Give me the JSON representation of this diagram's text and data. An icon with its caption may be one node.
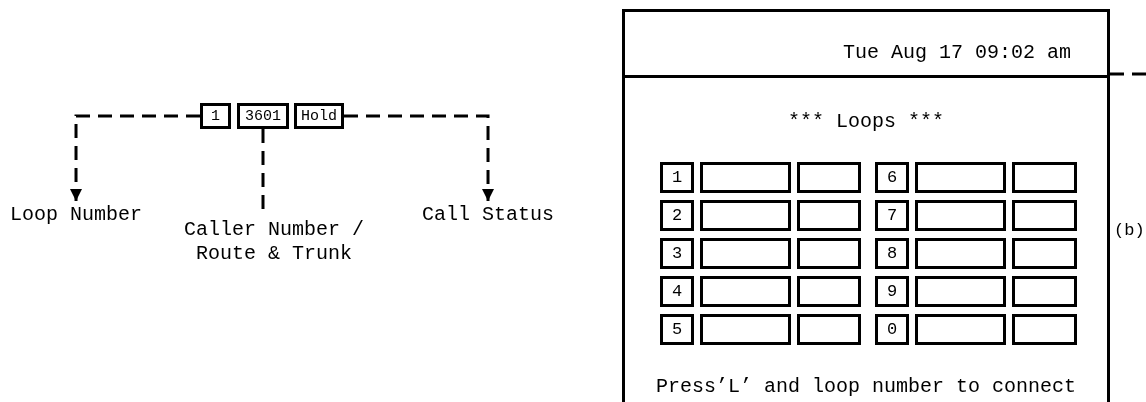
{
  "diagram": {
    "nodes": [
      {
        "text": [
          "1"
        ]
      },
      {
        "text": [
          "3601"
        ]
      },
      {
        "text": [
          "Hold"
        ]
      },
      {
        "text": [
          "Loop Number"
        ]
      },
      {
        "text": [
          "Caller Number / Route & Trunk"
        ]
      },
      {
        "text": [
          "Call Status"
        ]
      },
      {
        "text": [
          "Tue Aug 17 09:02 am",
          "*** Loops ***",
          "Press’L’ and loop number to connect"
        ]
      },
      {
        "text": [
          "1"
        ],
        "in": 6
      },
      {
        "text": [],
        "shape": "box",
        "in": 6
      },
      {
        "text": [],
        "shape": "box",
        "in": 6
      },
      {
        "text": [
          "6"
        ],
        "in": 6
      },
      {
        "text": [],
        "shape": "box",
        "in": 6
      },
      {
        "text": [],
        "shape": "box",
        "in": 6
      },
      {
        "text": [
          "2"
        ],
        "in": 6
      },
      {
        "text": [],
        "shape": "box",
        "in": 6
      },
      {
        "text": [],
        "shape": "box",
        "in": 6
      },
      {
        "text": [
          "7"
        ],
        "in": 6
      },
      {
        "text": [],
        "shape": "box",
        "in": 6
      },
      {
        "text": [],
        "shape": "box",
        "in": 6
      },
      {
        "text": [
          "3"
        ],
        "in": 6
      },
      {
        "text": [],
        "shape": "box",
        "in": 6
      },
      {
        "text": [],
        "shape": "box",
        "in": 6
      },
      {
        "text": [
          "8"
        ],
        "in": 6
      },
      {
        "text": [],
        "shape": "box",
        "in": 6
      },
      {
        "text": [],
        "shape": "box",
        "in": 6
      },
      {
        "text": [
          "4"
        ],
        "in": 6
      },
      {
        "text": [],
        "shape": "box",
        "in": 6
      },
      {
        "text": [],
        "shape": "box",
        "in": 6
      },
      {
        "text": [
          "9"
        ],
        "in": 6
      },
      {
        "text": [],
        "shape": "box",
        "in": 6
      },
      {
        "text": [],
        "shape": "box",
        "in": 6
      },
      {
        "text": [
          "5"
        ],
        "in": 6
      },
      {
        "text": [],
        "shape": "box",
        "in": 6
      },
      {
        "text": [],
        "shape": "box",
        "in": 6
      },
      {
        "text": [
          "0"
        ],
        "in": 6
      },
      {
        "text": [],
        "shape": "box",
        "in": 6
      },
      {
        "text": [],
        "shape": "box",
        "in": 6
      }
    ],
    "edges": [
      {
        "from": 0,
        "to": 3,
        "arrow": "to",
        "style": "dashed"
      },
      {
        "from": 1,
        "to": 4,
        "arrow": "none",
        "style": "dashed"
      },
      {
        "from": 2,
        "to": 5,
        "arrow": "to",
        "style": "dashed"
      },
      {
        "from": 6,
        "to": null,
        "arrow": "none",
        "style": "dashed"
      }
    ],
    "labels": [
      "(b)"
    ]
  }
}
